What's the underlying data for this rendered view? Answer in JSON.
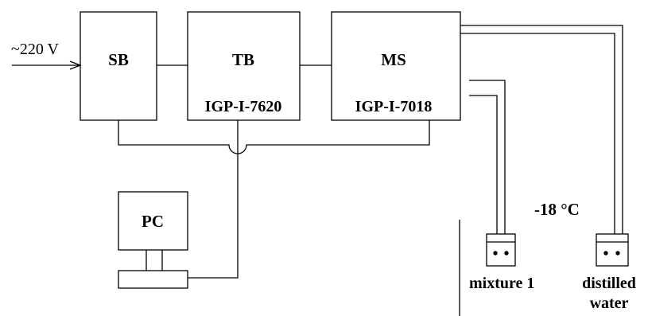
{
  "input": {
    "voltage_label": "~220 V"
  },
  "blocks": {
    "sb": {
      "label": "SB"
    },
    "tb": {
      "label": "TB",
      "model": "IGP-I-7620"
    },
    "ms": {
      "label": "MS",
      "model": "IGP-I-7018"
    },
    "pc": {
      "label": "PC"
    }
  },
  "temperature_label": "-18 °C",
  "samples": {
    "mixture": {
      "label": "mixture 1"
    },
    "water": {
      "label_line1": "distilled",
      "label_line2": "water"
    }
  }
}
